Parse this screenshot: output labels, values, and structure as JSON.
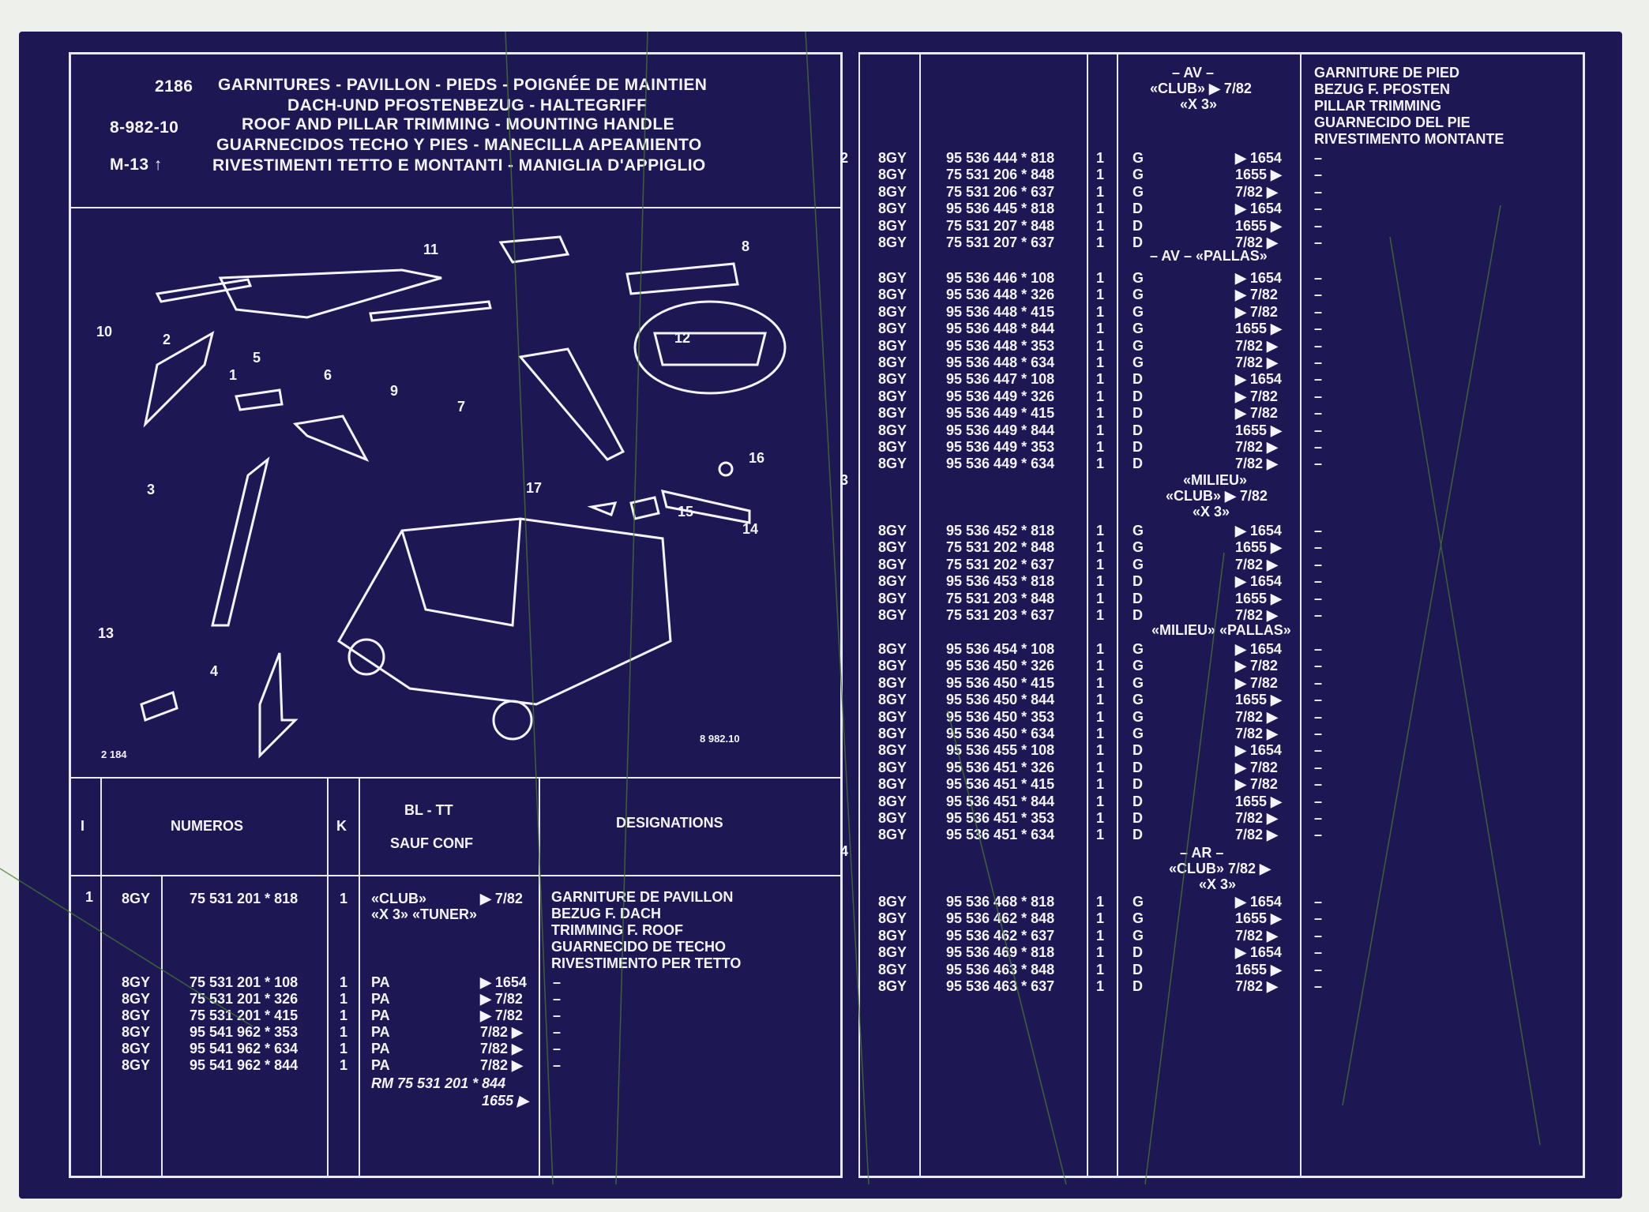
{
  "header": {
    "page_number": "2186",
    "ref_number": "8-982-10",
    "model_ref": "M-13",
    "titles": [
      "GARNITURES - PAVILLON - PIEDS - POIGNÉE DE MAINTIEN",
      "DACH-UND PFOSTENBEZUG - HALTEGRIFF",
      "ROOF AND PILLAR TRIMMING - MOUNTING HANDLE",
      "GUARNECIDOS TECHO Y PIES - MANECILLA APEAMIENTO",
      "RIVESTIMENTI TETTO E MONTANTI - MANIGLIA D'APPIGLIO"
    ]
  },
  "diagram": {
    "callouts": [
      "1",
      "2",
      "3",
      "4",
      "5",
      "6",
      "7",
      "8",
      "9",
      "10",
      "11",
      "12",
      "13",
      "14",
      "15",
      "16",
      "17"
    ],
    "code_left": "2 184",
    "code_right": "8 982.10"
  },
  "table_headers": {
    "col_i": "I",
    "col_numeros": "NUMEROS",
    "col_k": "K",
    "col_bl_tt": "BL - TT",
    "col_sauf_conf": "SAUF CONF",
    "col_designations": "DESIGNATIONS"
  },
  "left_table": {
    "item_number": "1",
    "first_row": {
      "prefix": "8GY",
      "number": "75 531 201 * 818",
      "k": "1",
      "conf": "«CLUB»",
      "conf2": "«X 3» «TUNER»",
      "date": "▶ 7/82"
    },
    "designation_lines": [
      "GARNITURE DE PAVILLON",
      "BEZUG F. DACH",
      "TRIMMING F. ROOF",
      "GUARNECIDO DE TECHO",
      "RIVESTIMENTO PER TETTO"
    ],
    "rows": [
      {
        "prefix": "8GY",
        "number": "75 531 201 * 108",
        "k": "1",
        "side": "PA",
        "date": "▶ 1654",
        "desig": "–"
      },
      {
        "prefix": "8GY",
        "number": "75 531 201 * 326",
        "k": "1",
        "side": "PA",
        "date": "▶ 7/82",
        "desig": "–"
      },
      {
        "prefix": "8GY",
        "number": "75 531 201 * 415",
        "k": "1",
        "side": "PA",
        "date": "▶ 7/82",
        "desig": "–"
      },
      {
        "prefix": "8GY",
        "number": "95 541 962 * 353",
        "k": "1",
        "side": "PA",
        "date": "7/82 ▶",
        "desig": "–"
      },
      {
        "prefix": "8GY",
        "number": "95 541 962 * 634",
        "k": "1",
        "side": "PA",
        "date": "7/82 ▶",
        "desig": "–"
      },
      {
        "prefix": "8GY",
        "number": "95 541 962 * 844",
        "k": "1",
        "side": "PA",
        "date": "7/82 ▶",
        "desig": "–"
      }
    ],
    "rm_line": "RM  75 531 201 * 844",
    "rm_date": "1655 ▶"
  },
  "right_table": {
    "designation_lines": [
      "GARNITURE DE PIED",
      "BEZUG F. PFOSTEN",
      "PILLAR TRIMMING",
      "GUARNECIDO DEL PIE",
      "RIVESTIMENTO MONTANTE"
    ],
    "item_numbers": [
      "2",
      "3",
      "4"
    ],
    "section_labels": [
      "– AV –",
      "«CLUB» ▶ 7/82",
      "«X 3»",
      "– AV – «PALLAS»",
      "«MILIEU»",
      "«CLUB» ▶ 7/82",
      "«X 3»",
      "«MILIEU» «PALLAS»",
      "– AR –",
      "«CLUB» 7/82 ▶",
      "«X 3»"
    ],
    "group1": [
      {
        "prefix": "8GY",
        "number": "95 536 444 * 818",
        "k": "1",
        "side": "G",
        "date": "▶ 1654",
        "d": "–"
      },
      {
        "prefix": "8GY",
        "number": "75 531 206 * 848",
        "k": "1",
        "side": "G",
        "date": "1655 ▶",
        "d": "–"
      },
      {
        "prefix": "8GY",
        "number": "75 531 206 * 637",
        "k": "1",
        "side": "G",
        "date": "7/82 ▶",
        "d": "–"
      },
      {
        "prefix": "8GY",
        "number": "95 536 445 * 818",
        "k": "1",
        "side": "D",
        "date": "▶ 1654",
        "d": "–"
      },
      {
        "prefix": "8GY",
        "number": "75 531 207 * 848",
        "k": "1",
        "side": "D",
        "date": "1655 ▶",
        "d": "–"
      },
      {
        "prefix": "8GY",
        "number": "75 531 207 * 637",
        "k": "1",
        "side": "D",
        "date": "7/82 ▶",
        "d": "–"
      }
    ],
    "group2": [
      {
        "prefix": "8GY",
        "number": "95 536 446 * 108",
        "k": "1",
        "side": "G",
        "date": "▶ 1654",
        "d": "–"
      },
      {
        "prefix": "8GY",
        "number": "95 536 448 * 326",
        "k": "1",
        "side": "G",
        "date": "▶ 7/82",
        "d": "–"
      },
      {
        "prefix": "8GY",
        "number": "95 536 448 * 415",
        "k": "1",
        "side": "G",
        "date": "▶ 7/82",
        "d": "–"
      },
      {
        "prefix": "8GY",
        "number": "95 536 448 * 844",
        "k": "1",
        "side": "G",
        "date": "1655 ▶",
        "d": "–"
      },
      {
        "prefix": "8GY",
        "number": "95 536 448 * 353",
        "k": "1",
        "side": "G",
        "date": "7/82 ▶",
        "d": "–"
      },
      {
        "prefix": "8GY",
        "number": "95 536 448 * 634",
        "k": "1",
        "side": "G",
        "date": "7/82 ▶",
        "d": "–"
      },
      {
        "prefix": "8GY",
        "number": "95 536 447 * 108",
        "k": "1",
        "side": "D",
        "date": "▶ 1654",
        "d": "–"
      },
      {
        "prefix": "8GY",
        "number": "95 536 449 * 326",
        "k": "1",
        "side": "D",
        "date": "▶ 7/82",
        "d": "–"
      },
      {
        "prefix": "8GY",
        "number": "95 536 449 * 415",
        "k": "1",
        "side": "D",
        "date": "▶ 7/82",
        "d": "–"
      },
      {
        "prefix": "8GY",
        "number": "95 536 449 * 844",
        "k": "1",
        "side": "D",
        "date": "1655 ▶",
        "d": "–"
      },
      {
        "prefix": "8GY",
        "number": "95 536 449 * 353",
        "k": "1",
        "side": "D",
        "date": "7/82 ▶",
        "d": "–"
      },
      {
        "prefix": "8GY",
        "number": "95 536 449 * 634",
        "k": "1",
        "side": "D",
        "date": "7/82 ▶",
        "d": "–"
      }
    ],
    "group3": [
      {
        "prefix": "8GY",
        "number": "95 536 452 * 818",
        "k": "1",
        "side": "G",
        "date": "▶ 1654",
        "d": "–"
      },
      {
        "prefix": "8GY",
        "number": "75 531 202 * 848",
        "k": "1",
        "side": "G",
        "date": "1655 ▶",
        "d": "–"
      },
      {
        "prefix": "8GY",
        "number": "75 531 202 * 637",
        "k": "1",
        "side": "G",
        "date": "7/82 ▶",
        "d": "–"
      },
      {
        "prefix": "8GY",
        "number": "95 536 453 * 818",
        "k": "1",
        "side": "D",
        "date": "▶ 1654",
        "d": "–"
      },
      {
        "prefix": "8GY",
        "number": "75 531 203 * 848",
        "k": "1",
        "side": "D",
        "date": "1655 ▶",
        "d": "–"
      },
      {
        "prefix": "8GY",
        "number": "75 531 203 * 637",
        "k": "1",
        "side": "D",
        "date": "7/82 ▶",
        "d": "–"
      }
    ],
    "group4": [
      {
        "prefix": "8GY",
        "number": "95 536 454 * 108",
        "k": "1",
        "side": "G",
        "date": "▶ 1654",
        "d": "–"
      },
      {
        "prefix": "8GY",
        "number": "95 536 450 * 326",
        "k": "1",
        "side": "G",
        "date": "▶ 7/82",
        "d": "–"
      },
      {
        "prefix": "8GY",
        "number": "95 536 450 * 415",
        "k": "1",
        "side": "G",
        "date": "▶ 7/82",
        "d": "–"
      },
      {
        "prefix": "8GY",
        "number": "95 536 450 * 844",
        "k": "1",
        "side": "G",
        "date": "1655 ▶",
        "d": "–"
      },
      {
        "prefix": "8GY",
        "number": "95 536 450 * 353",
        "k": "1",
        "side": "G",
        "date": "7/82 ▶",
        "d": "–"
      },
      {
        "prefix": "8GY",
        "number": "95 536 450 * 634",
        "k": "1",
        "side": "G",
        "date": "7/82 ▶",
        "d": "–"
      },
      {
        "prefix": "8GY",
        "number": "95 536 455 * 108",
        "k": "1",
        "side": "D",
        "date": "▶ 1654",
        "d": "–"
      },
      {
        "prefix": "8GY",
        "number": "95 536 451 * 326",
        "k": "1",
        "side": "D",
        "date": "▶ 7/82",
        "d": "–"
      },
      {
        "prefix": "8GY",
        "number": "95 536 451 * 415",
        "k": "1",
        "side": "D",
        "date": "▶ 7/82",
        "d": "–"
      },
      {
        "prefix": "8GY",
        "number": "95 536 451 * 844",
        "k": "1",
        "side": "D",
        "date": "1655 ▶",
        "d": "–"
      },
      {
        "prefix": "8GY",
        "number": "95 536 451 * 353",
        "k": "1",
        "side": "D",
        "date": "7/82 ▶",
        "d": "–"
      },
      {
        "prefix": "8GY",
        "number": "95 536 451 * 634",
        "k": "1",
        "side": "D",
        "date": "7/82 ▶",
        "d": "–"
      }
    ],
    "group5": [
      {
        "prefix": "8GY",
        "number": "95 536 468 * 818",
        "k": "1",
        "side": "G",
        "date": "▶ 1654",
        "d": "–"
      },
      {
        "prefix": "8GY",
        "number": "95 536 462 * 848",
        "k": "1",
        "side": "G",
        "date": "1655 ▶",
        "d": "–"
      },
      {
        "prefix": "8GY",
        "number": "95 536 462 * 637",
        "k": "1",
        "side": "G",
        "date": "7/82 ▶",
        "d": "–"
      },
      {
        "prefix": "8GY",
        "number": "95 536 469 * 818",
        "k": "1",
        "side": "D",
        "date": "▶ 1654",
        "d": "–"
      },
      {
        "prefix": "8GY",
        "number": "95 536 463 * 848",
        "k": "1",
        "side": "D",
        "date": "1655 ▶",
        "d": "–"
      },
      {
        "prefix": "8GY",
        "number": "95 536 463 * 637",
        "k": "1",
        "side": "D",
        "date": "7/82 ▶",
        "d": "–"
      }
    ]
  },
  "colors": {
    "film_background": "#1d1854",
    "ink": "#f4f4ff",
    "paper": "#eef0ec",
    "scratch": "#4a7a2a"
  }
}
